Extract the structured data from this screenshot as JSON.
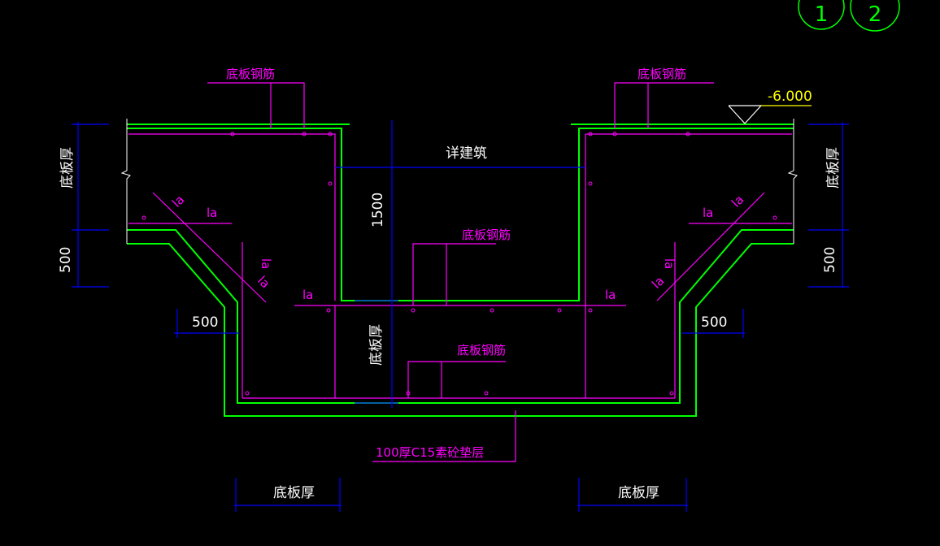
{
  "drawing": {
    "elevation": "-6.000",
    "labels": {
      "rebar_top_left": "底板钢筋",
      "rebar_top_right": "底板钢筋",
      "rebar_pit": "底板钢筋",
      "rebar_bottom": "底板钢筋",
      "la": "la",
      "see_arch": "详建筑",
      "bottom_cushion": "100厚C15素砼垫层",
      "plate_thick": "底板厚",
      "plate_thick_pit": "底板厚"
    },
    "dimensions": {
      "pit_depth": "1500",
      "left_500_vertical": "500",
      "right_500_vertical": "500",
      "left_500_horizontal": "500",
      "right_500_horizontal": "500",
      "left_plate_thick": "底板厚",
      "right_plate_thick": "底板厚",
      "bottom_left_plate_thick": "底板厚",
      "bottom_right_plate_thick": "底板厚"
    },
    "axis_markers": [
      {
        "label": "1"
      },
      {
        "label": "2"
      }
    ],
    "colors": {
      "background": "#000000",
      "concrete_outline": "#00ff00",
      "rebar": "#ff00ff",
      "dimension": "#0000ff",
      "text": "#ffffff",
      "elevation": "#ffff00"
    }
  }
}
